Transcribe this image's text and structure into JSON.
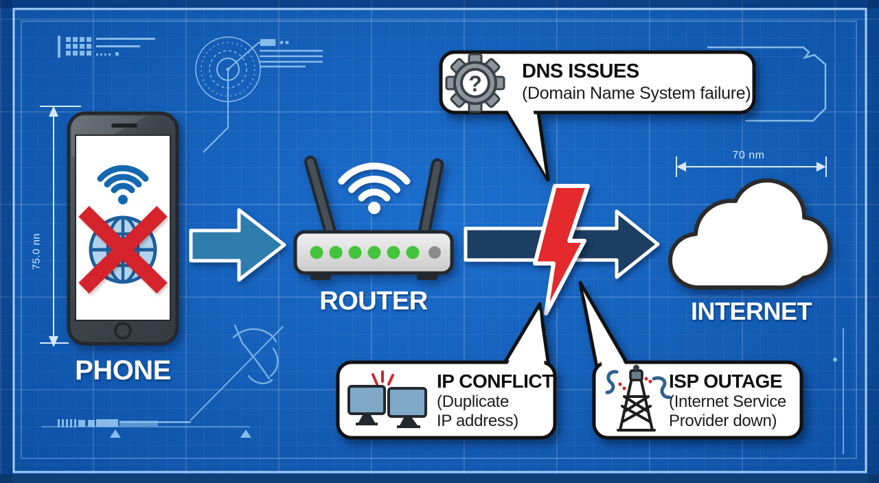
{
  "nodes": {
    "phone": {
      "label": "PHONE"
    },
    "router": {
      "label": "ROUTER"
    },
    "internet": {
      "label": "INTERNET"
    }
  },
  "callouts": {
    "dns": {
      "title": "DNS ISSUES",
      "subtitle": "(Domain Name System failure)",
      "icon": "gear-question-icon",
      "glyph": "?"
    },
    "ip_conflict": {
      "title": "IP CONFLICT",
      "line1": "(Duplicate",
      "line2": "IP address)",
      "icon": "dual-monitors-icon"
    },
    "isp_outage": {
      "title": "ISP OUTAGE",
      "line1": "(Internet Service",
      "line2": "Provider down)",
      "icon": "radio-tower-icon"
    }
  },
  "dimensions": {
    "phone_height": "75.0 nn",
    "internet_width": "70 nm"
  },
  "colors": {
    "background": "#1266c9",
    "frame_line": "#a6cdf2",
    "arrow_teal": "#2e7dad",
    "arrow_navy": "#1c3e62",
    "bolt_red": "#e42a2c",
    "led_green": "#44c43c",
    "x_red": "#d4232a",
    "wifi_blue": "#1568b0"
  }
}
